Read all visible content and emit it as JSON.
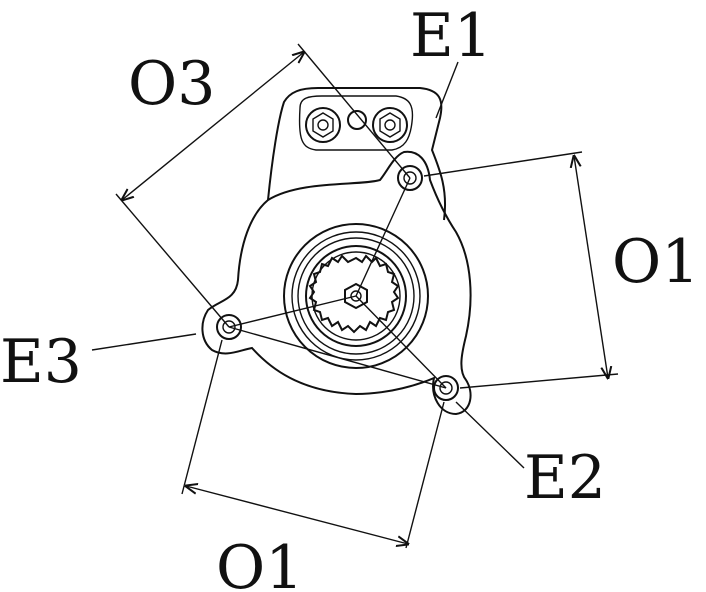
{
  "diagram": {
    "labels": {
      "e1": "E1",
      "e2": "E2",
      "e3": "E3",
      "o1_right": "O1",
      "o1_bottom": "O1",
      "o3": "O3"
    }
  }
}
